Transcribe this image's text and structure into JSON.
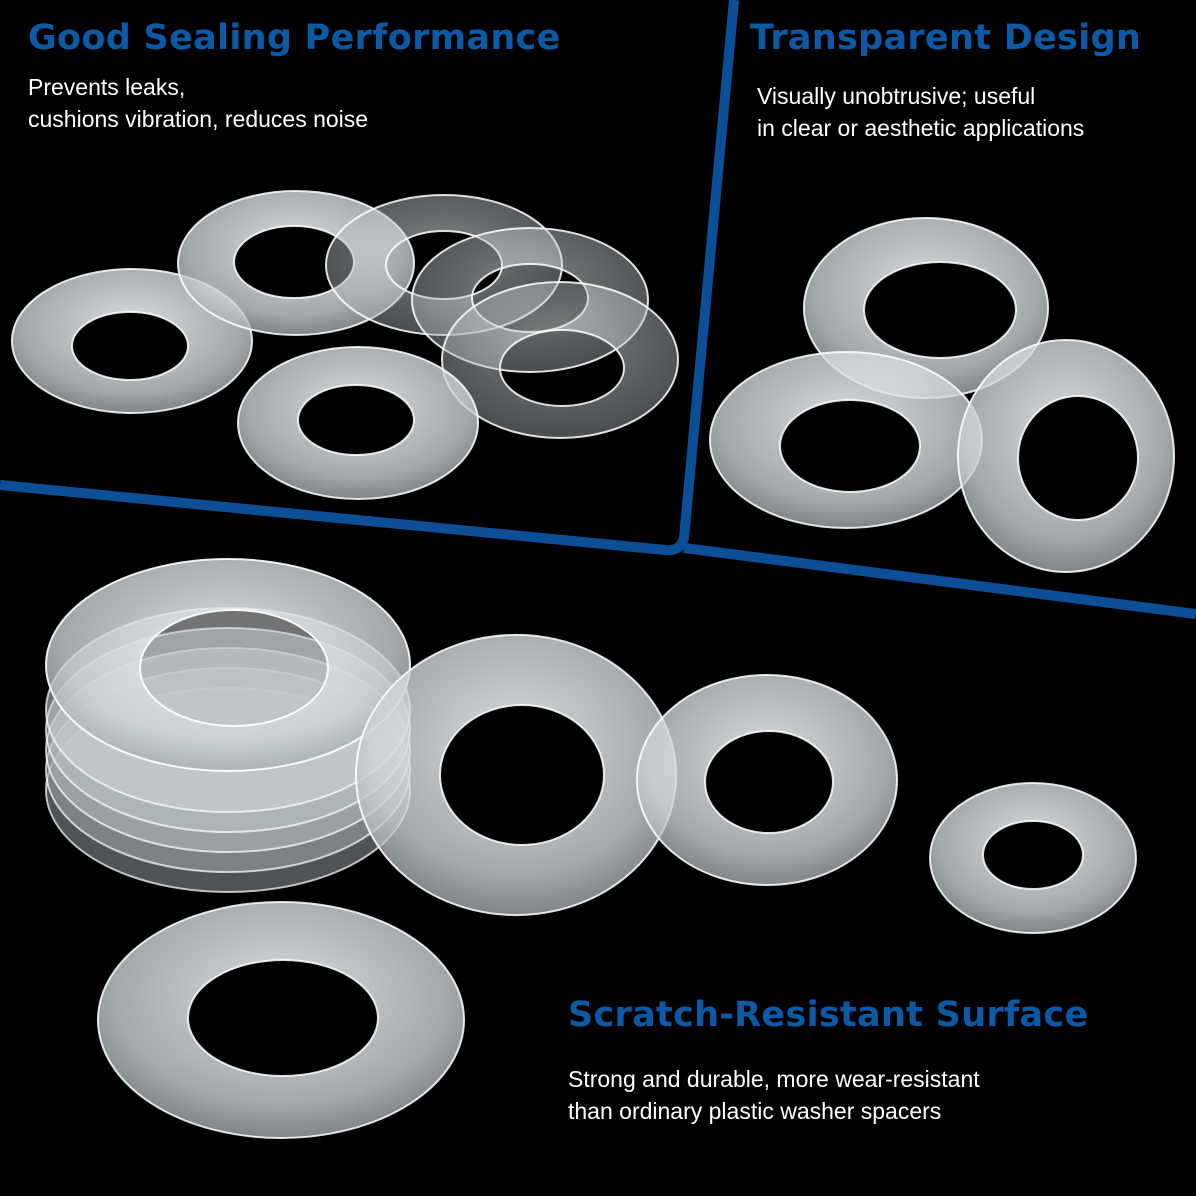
{
  "colors": {
    "title_blue": "#0c5aa6",
    "divider_blue": "#0c4f96",
    "background": "#000000",
    "text": "#ffffff"
  },
  "panels": {
    "sealing": {
      "title": "Good Sealing Performance",
      "lines": [
        "Prevents leaks,",
        "cushions vibration, reduces noise"
      ]
    },
    "transparent": {
      "title": "Transparent Design",
      "lines": [
        "Visually unobtrusive; useful",
        "in clear or aesthetic applications"
      ]
    },
    "scratch": {
      "title": "Scratch-Resistant Surface",
      "lines": [
        "Strong and durable, more wear-resistant",
        "than ordinary plastic washer spacers"
      ]
    }
  }
}
